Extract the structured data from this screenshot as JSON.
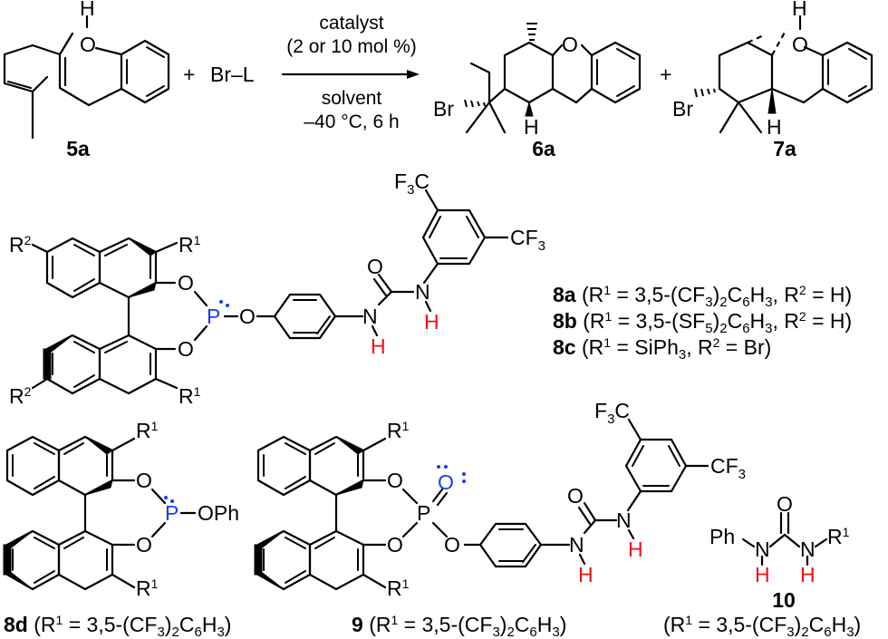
{
  "colors": {
    "lone_pair": "#1a3cff",
    "nh_hydrogen": "#ee1111",
    "bond": "#000000"
  },
  "reaction": {
    "reactant_label": "5a",
    "reagent": "Br–L",
    "plus": "+",
    "conditions_above": [
      "catalyst",
      "(2 or 10 mol %)"
    ],
    "conditions_below": [
      "solvent",
      "–40 °C, 6 h"
    ],
    "product_major_label": "6a",
    "product_minor_label": "7a"
  },
  "atoms": {
    "O": "O",
    "H": "H",
    "Br": "Br",
    "N": "N",
    "P": "P",
    "F3C_F": "F",
    "F3C_3": "3",
    "F3C_C": "C",
    "CF3_CF": "CF",
    "CF3_3": "3",
    "R": "R",
    "sup1": "1",
    "sup2": "2",
    "OPh": "OPh",
    "Ph": "Ph"
  },
  "catalysts": {
    "series8": [
      {
        "id": "8a",
        "desc_parts": [
          "(R",
          "1",
          " = 3,5-(CF",
          "3",
          ")",
          "2",
          "C",
          "6",
          "H",
          "3",
          ", R",
          "2",
          " = H)"
        ]
      },
      {
        "id": "8b",
        "desc_parts": [
          "(R",
          "1",
          " = 3,5-(SF",
          "5",
          ")",
          "2",
          "C",
          "6",
          "H",
          "3",
          ", R",
          "2",
          " = H)"
        ]
      },
      {
        "id": "8c",
        "desc_parts": [
          "(R",
          "1",
          " = SiPh",
          "3",
          ", R",
          "2",
          " = Br)"
        ]
      }
    ],
    "c8d": {
      "id": "8d",
      "desc_parts": [
        "(R",
        "1",
        " = 3,5-(CF",
        "3",
        ")",
        "2",
        "C",
        "6",
        "H",
        "3",
        ")"
      ]
    },
    "c9": {
      "id": "9",
      "desc_parts": [
        "(R",
        "1",
        " = 3,5-(CF",
        "3",
        ")",
        "2",
        "C",
        "6",
        "H",
        "3",
        ")"
      ]
    },
    "c10": {
      "id": "10",
      "desc_parts": [
        "(R",
        "1",
        " = 3,5-(CF",
        "3",
        ")",
        "2",
        "C",
        "6",
        "H",
        "3",
        ")"
      ]
    }
  }
}
